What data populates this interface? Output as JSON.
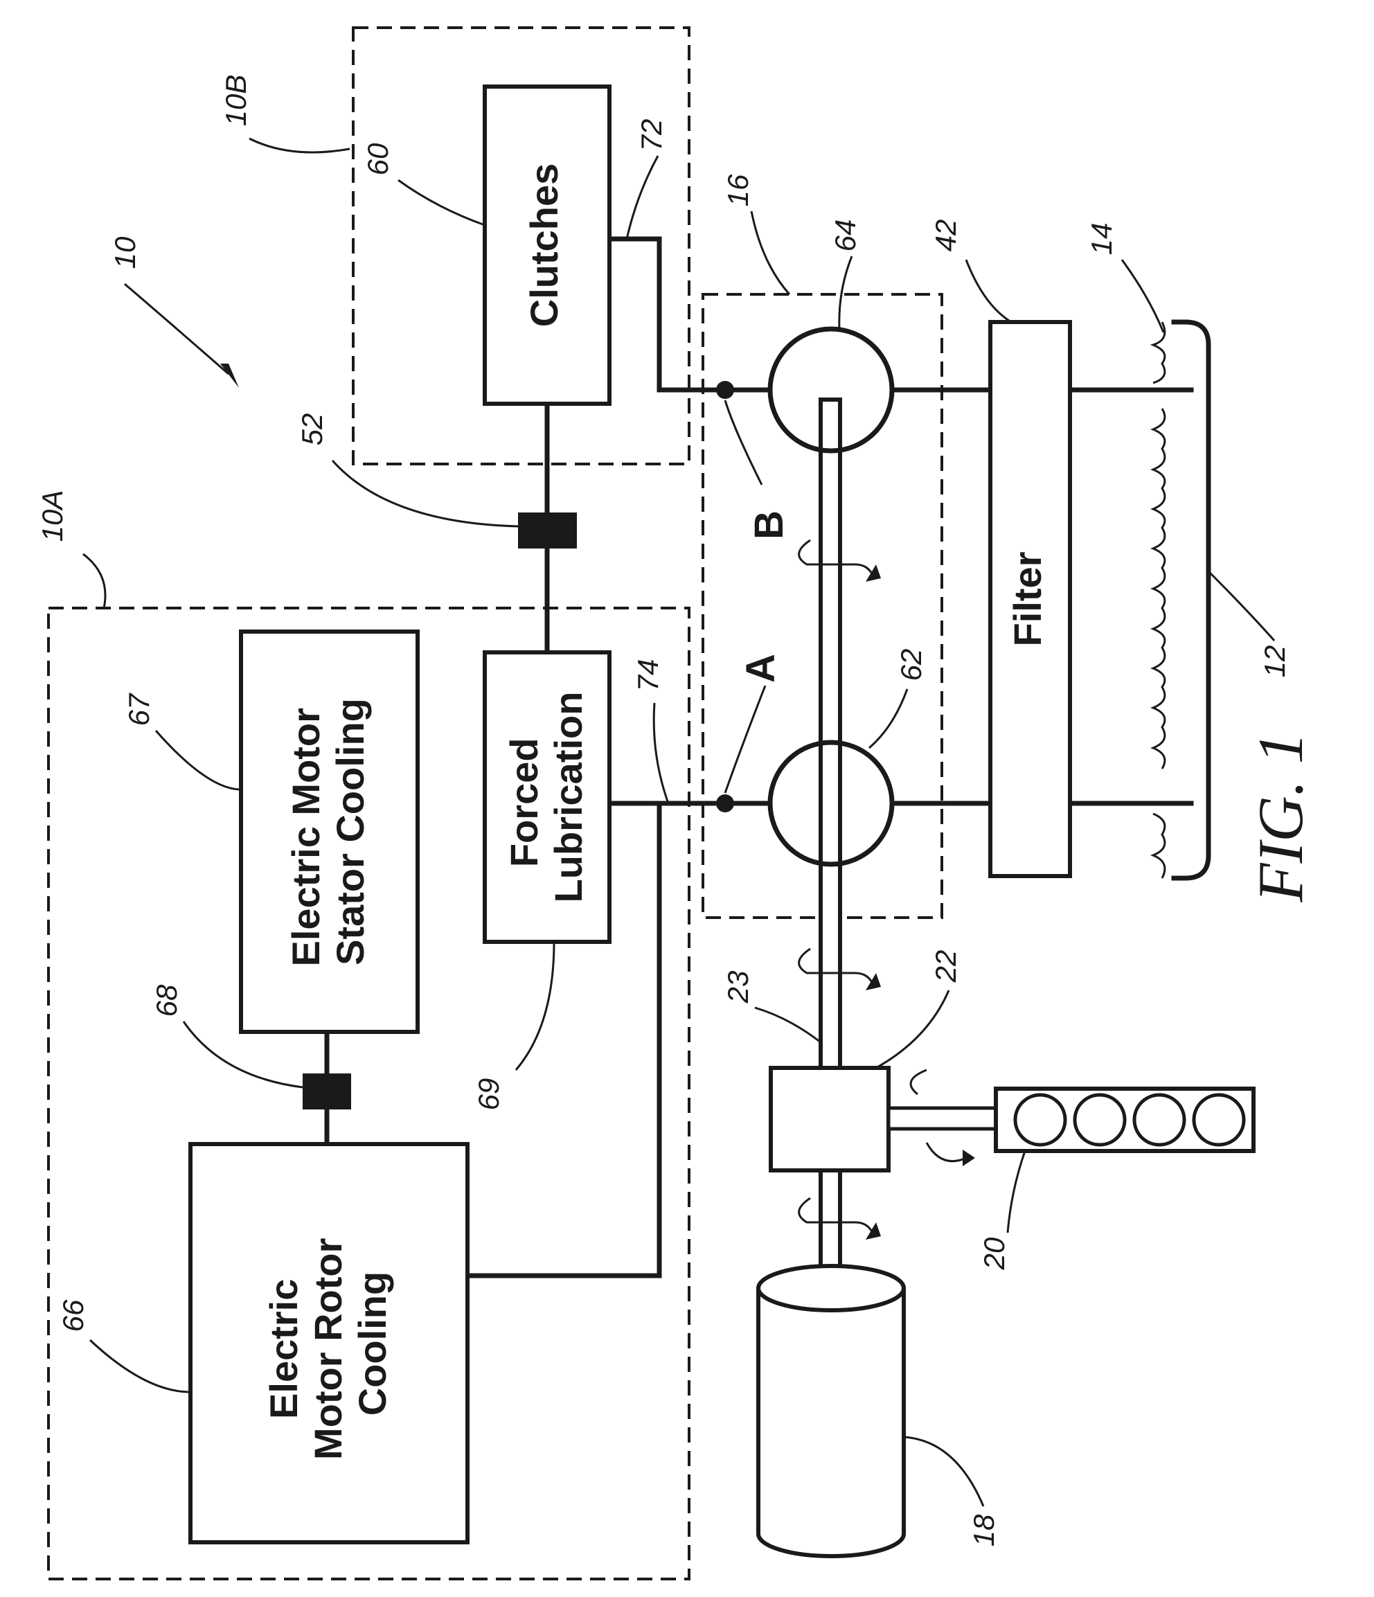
{
  "blocks": {
    "clutches": "Clutches",
    "forced_lubrication": [
      "Forced",
      "Lubrication"
    ],
    "stator_cooling": [
      "Electric Motor",
      "Stator Cooling"
    ],
    "rotor_cooling": [
      "Electric",
      "Motor Rotor",
      "Cooling"
    ],
    "filter": "Filter"
  },
  "points": {
    "a": "A",
    "b": "B"
  },
  "refs": {
    "r10": "10",
    "r10a": "10A",
    "r10b": "10B",
    "r12": "12",
    "r14": "14",
    "r16": "16",
    "r18": "18",
    "r20": "20",
    "r22": "22",
    "r23": "23",
    "r42": "42",
    "r52": "52",
    "r60": "60",
    "r62": "62",
    "r64": "64",
    "r66": "66",
    "r67": "67",
    "r68": "68",
    "r69": "69",
    "r72": "72",
    "r74": "74"
  },
  "figure_label": "FIG. 1"
}
